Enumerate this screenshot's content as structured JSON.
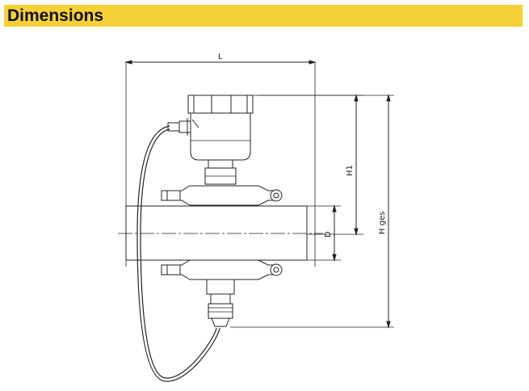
{
  "header": {
    "title": "Dimensions",
    "color": "#f5d037"
  },
  "labels": {
    "length": "L",
    "height_upper": "H1",
    "height_total": "H ges",
    "diameter": "D"
  }
}
